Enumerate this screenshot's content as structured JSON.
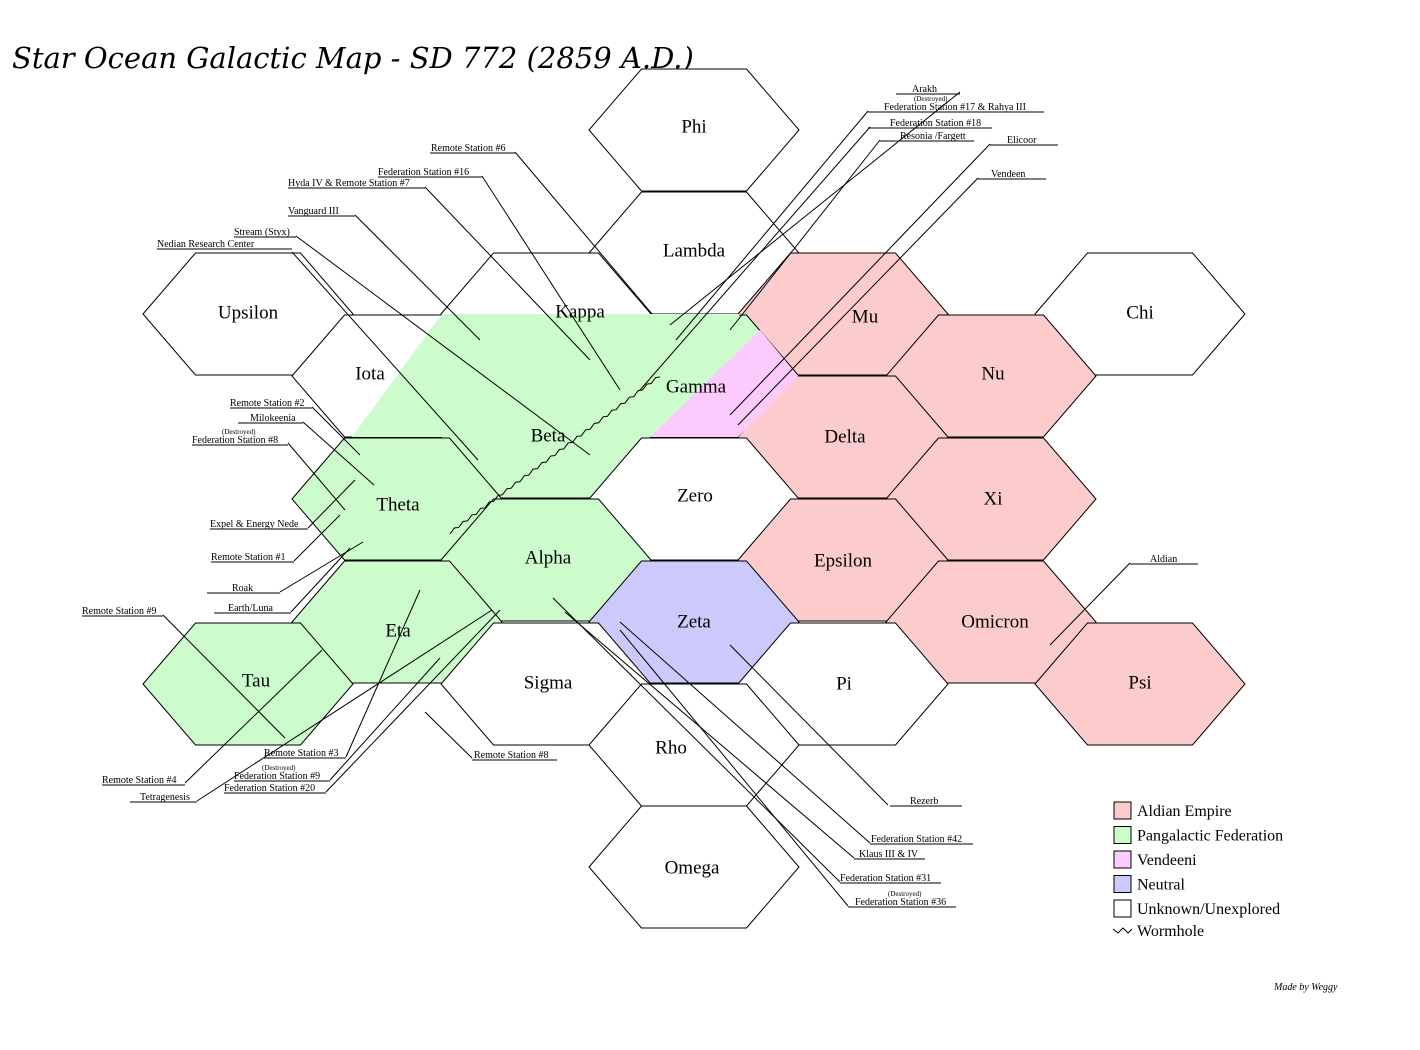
{
  "title": "Star Ocean Galactic Map - SD 772 (2859 A.D.)",
  "credit": "Made by Weggy",
  "colors": {
    "aldian": "#fccccc",
    "federation": "#ccfccc",
    "vendeeni": "#fccafc",
    "neutral": "#cccafc",
    "unknown": "#ffffff"
  },
  "hexes": [
    {
      "name": "Phi",
      "faction": "unknown"
    },
    {
      "name": "Lambda",
      "faction": "unknown"
    },
    {
      "name": "Kappa",
      "faction": "unknown"
    },
    {
      "name": "Upsilon",
      "faction": "unknown"
    },
    {
      "name": "Iota",
      "faction": "unknown"
    },
    {
      "name": "Mu",
      "faction": "aldian"
    },
    {
      "name": "Chi",
      "faction": "unknown"
    },
    {
      "name": "Gamma",
      "faction": "federation"
    },
    {
      "name": "Beta",
      "faction": "federation"
    },
    {
      "name": "Nu",
      "faction": "aldian"
    },
    {
      "name": "Delta",
      "faction": "aldian"
    },
    {
      "name": "Theta",
      "faction": "federation"
    },
    {
      "name": "Zero",
      "faction": "unknown"
    },
    {
      "name": "Xi",
      "faction": "aldian"
    },
    {
      "name": "Alpha",
      "faction": "federation"
    },
    {
      "name": "Epsilon",
      "faction": "aldian"
    },
    {
      "name": "Eta",
      "faction": "federation"
    },
    {
      "name": "Zeta",
      "faction": "neutral"
    },
    {
      "name": "Omicron",
      "faction": "aldian"
    },
    {
      "name": "Tau",
      "faction": "federation"
    },
    {
      "name": "Sigma",
      "faction": "unknown"
    },
    {
      "name": "Pi",
      "faction": "unknown"
    },
    {
      "name": "Psi",
      "faction": "aldian"
    },
    {
      "name": "Rho",
      "faction": "unknown"
    },
    {
      "name": "Omega",
      "faction": "unknown"
    }
  ],
  "locations": [
    {
      "name": "Arakh"
    },
    {
      "name": "(Destroyed)"
    },
    {
      "name": "Federation Station #17 & Rahya III"
    },
    {
      "name": "Federation Station #18"
    },
    {
      "name": "Resonia /Fargett"
    },
    {
      "name": "Elicoor"
    },
    {
      "name": "Vendeen"
    },
    {
      "name": "Remote Station #6"
    },
    {
      "name": "Federation Station #16"
    },
    {
      "name": "Hyda IV & Remote Station #7"
    },
    {
      "name": "Vanguard III"
    },
    {
      "name": "Stream (Styx)"
    },
    {
      "name": "Nedian Research Center"
    },
    {
      "name": "Remote Station #2"
    },
    {
      "name": "Milokeenia"
    },
    {
      "name": "(Destroyed)"
    },
    {
      "name": "Federation Station #8"
    },
    {
      "name": "Expel & Energy Nede"
    },
    {
      "name": "Remote Station #1"
    },
    {
      "name": "Roak"
    },
    {
      "name": "Earth/Luna"
    },
    {
      "name": "Remote Station #9"
    },
    {
      "name": "Remote Station #3"
    },
    {
      "name": "(Destroyed)"
    },
    {
      "name": "Federation Station #9"
    },
    {
      "name": "Federation Station #20"
    },
    {
      "name": "Remote Station #4"
    },
    {
      "name": "Tetragenesis"
    },
    {
      "name": "Remote Station #8"
    },
    {
      "name": "Aldian"
    },
    {
      "name": "Rezerb"
    },
    {
      "name": "Federation Station #42"
    },
    {
      "name": "Klaus III & IV"
    },
    {
      "name": "Federation Station #31"
    },
    {
      "name": "(Destroyed)"
    },
    {
      "name": "Federation Station #36"
    }
  ],
  "legend": [
    {
      "label": "Aldian Empire",
      "color": "#fccccc"
    },
    {
      "label": "Pangalactic Federation",
      "color": "#ccfccc"
    },
    {
      "label": "Vendeeni",
      "color": "#fccafc"
    },
    {
      "label": "Neutral",
      "color": "#cccafc"
    },
    {
      "label": "Unknown/Unexplored",
      "color": "#ffffff"
    }
  ],
  "wormhole_label": "Wormhole"
}
